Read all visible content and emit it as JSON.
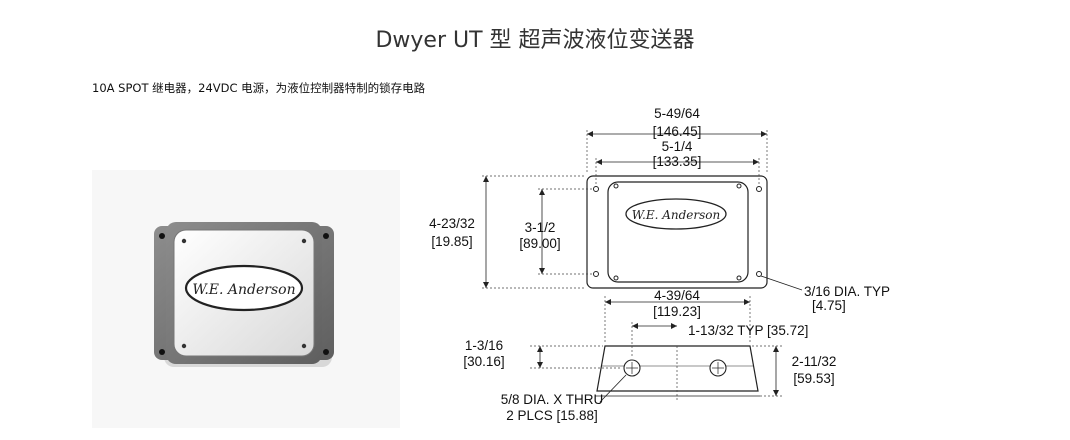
{
  "page": {
    "title": "Dwyer UT 型  超声波液位变送器",
    "subtitle": "10A SPOT  继电器，24VDC 电源，为液位控制器特制的锁存电路"
  },
  "product_logo_text": "W.E. Anderson",
  "drawing": {
    "top_view": {
      "overall_width": {
        "frac": "5-49/64",
        "mm": "[146.45]"
      },
      "hole_spacing_width": {
        "frac": "5-1/4",
        "mm": "[133.35]"
      },
      "overall_height": {
        "frac": "4-23/32",
        "mm": "[19.85]"
      },
      "hole_spacing_height": {
        "frac": "3-1/2",
        "mm": "[89.00]"
      },
      "mount_hole": {
        "frac": "3/16 DIA. TYP",
        "mm": "[4.75]"
      }
    },
    "side_view": {
      "body_width": {
        "frac": "4-39/64",
        "mm": "[119.23]"
      },
      "hole_offset": {
        "text": "1-13/32 TYP [35.72]"
      },
      "hole_height": {
        "frac": "1-3/16",
        "mm": "[30.16]"
      },
      "body_height": {
        "frac": "2-11/32",
        "mm": "[59.53]"
      },
      "conduit_hole": {
        "line1": "5/8 DIA. X THRU",
        "line2": "2 PLCS [15.88]"
      }
    }
  }
}
